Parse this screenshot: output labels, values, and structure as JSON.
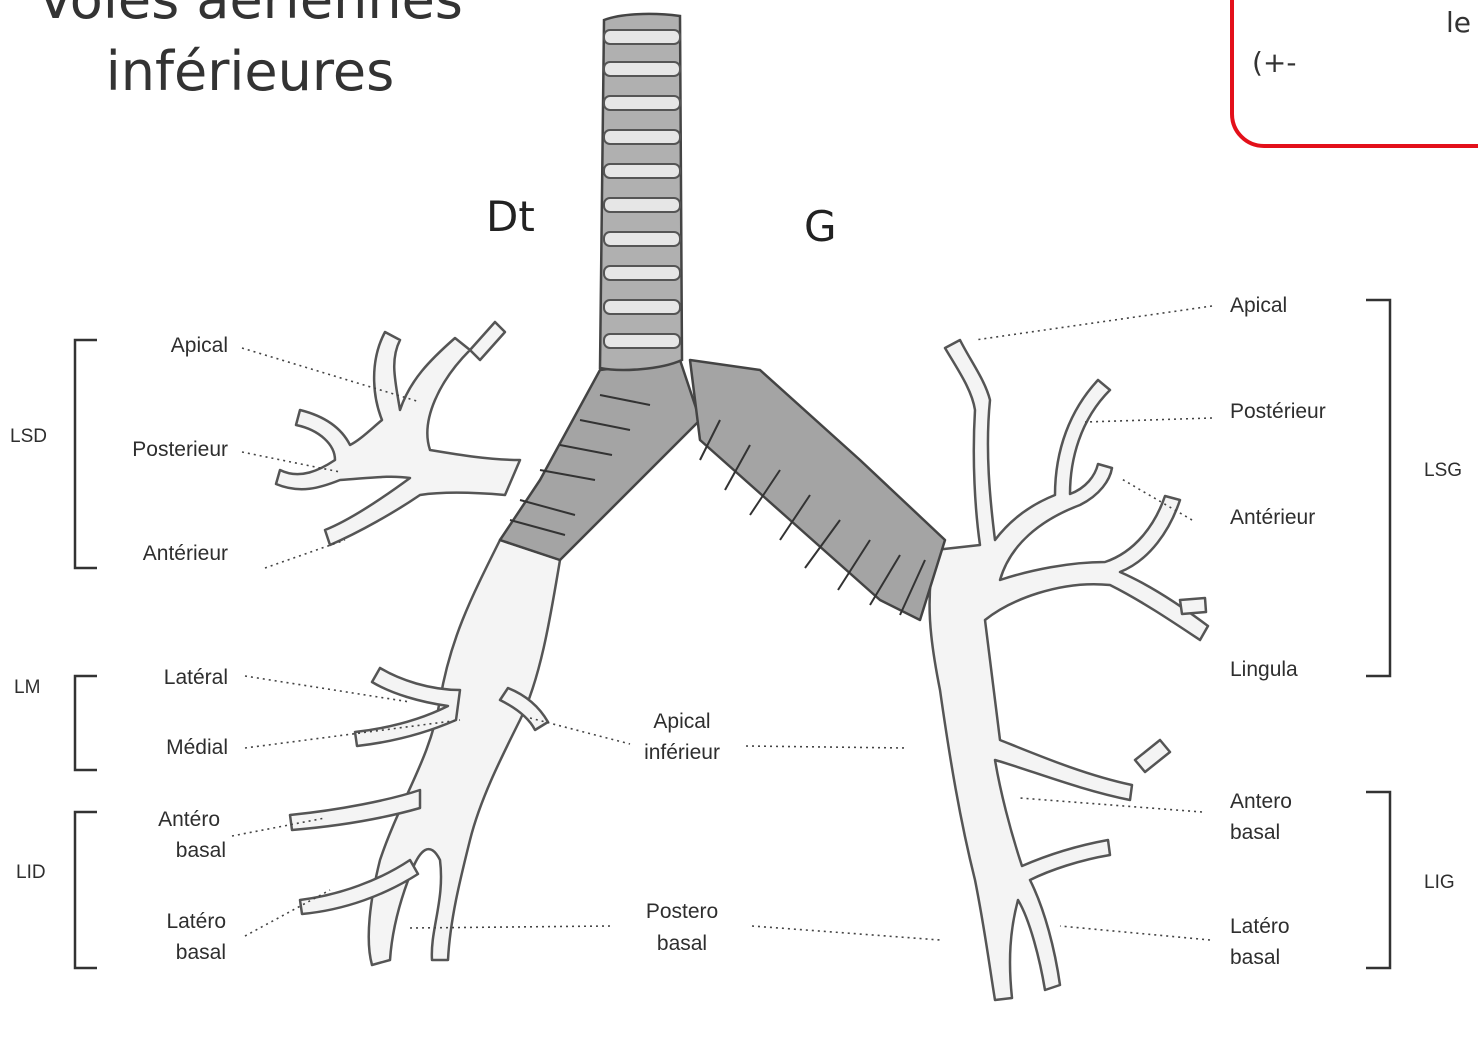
{
  "title": {
    "line1": "Voies aériennes",
    "line2": "inférieures"
  },
  "sides": {
    "right": "Dt",
    "left": "G"
  },
  "callout": {
    "line1": "le",
    "line2": "(+-"
  },
  "labels_right_lung": {
    "apical": "Apical",
    "posterieur": "Posterieur",
    "anterieur": "Antérieur",
    "lateral": "Latéral",
    "medial": "Médial",
    "antero_basal_1": "Antéro",
    "antero_basal_2": "basal",
    "latero_basal_1": "Latéro",
    "latero_basal_2": "basal"
  },
  "labels_center": {
    "apical_inferieur_1": "Apical",
    "apical_inferieur_2": "inférieur",
    "postero_basal_1": "Postero",
    "postero_basal_2": "basal"
  },
  "labels_left_lung": {
    "apical": "Apical",
    "posterieur": "Postérieur",
    "anterieur": "Antérieur",
    "lingula": "Lingula",
    "antero_basal_1": "Antero",
    "antero_basal_2": "basal",
    "latero_basal_1": "Latéro",
    "latero_basal_2": "basal"
  },
  "groups": {
    "lsd": "LSD",
    "lm": "LM",
    "lid": "LID",
    "lsg": "LSG",
    "lig": "LIG"
  },
  "colors": {
    "callout_border": "#e3101a",
    "cartilage": "#9e9e9e",
    "bronchi": "#f4f4f4",
    "outline": "#555555"
  }
}
